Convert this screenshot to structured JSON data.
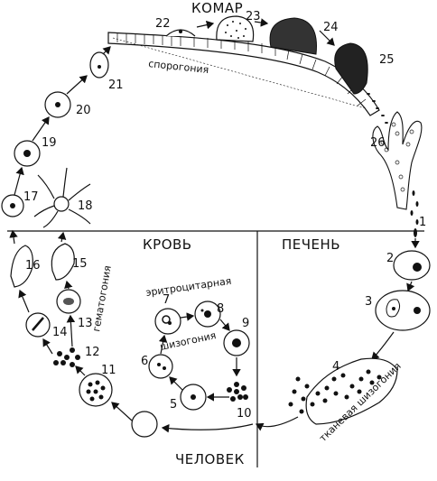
{
  "labels": {
    "mosquito": "КОМАР",
    "human": "ЧЕЛОВЕК",
    "blood": "КРОВЬ",
    "liver": "ПЕЧЕНЬ",
    "sporogony": "спорогония",
    "gametogony": "гематогония",
    "erythrocytic_1": "эритроцитарная",
    "erythrocytic_2": "шизогония",
    "tissue_schizogony": "тканевая шизогония"
  },
  "stages": [
    "1",
    "2",
    "3",
    "4",
    "5",
    "6",
    "7",
    "8",
    "9",
    "10",
    "11",
    "12",
    "13",
    "14",
    "15",
    "16",
    "17",
    "18",
    "19",
    "20",
    "21",
    "22",
    "23",
    "24",
    "25",
    "26"
  ]
}
